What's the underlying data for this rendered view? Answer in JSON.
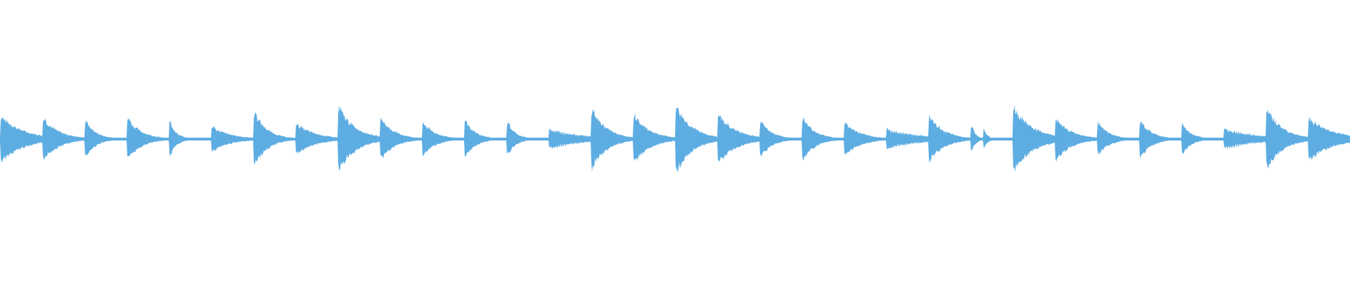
{
  "waveform": {
    "color": "#5dade2",
    "background": "#ffffff",
    "beats": [
      {
        "amp": 0.68,
        "decay": 0.42,
        "type": "drum"
      },
      {
        "amp": 0.62,
        "decay": 0.3,
        "type": "drum"
      },
      {
        "amp": 0.55,
        "decay": 0.2,
        "type": "tom"
      },
      {
        "amp": 0.62,
        "decay": 0.26,
        "type": "drum"
      },
      {
        "amp": 0.52,
        "decay": 0.15,
        "type": "hat"
      },
      {
        "amp": 0.36,
        "decay": 0.4,
        "type": "hat"
      },
      {
        "amp": 0.82,
        "decay": 0.24,
        "type": "drum"
      },
      {
        "amp": 0.45,
        "decay": 0.36,
        "type": "tom"
      },
      {
        "amp": 0.95,
        "decay": 0.32,
        "type": "drum"
      },
      {
        "amp": 0.62,
        "decay": 0.26,
        "type": "drum"
      },
      {
        "amp": 0.5,
        "decay": 0.24,
        "type": "tom"
      },
      {
        "amp": 0.55,
        "decay": 0.2,
        "type": "drum"
      },
      {
        "amp": 0.5,
        "decay": 0.18,
        "type": "hat"
      },
      {
        "amp": 0.32,
        "decay": 0.55,
        "type": "roll"
      },
      {
        "amp": 0.9,
        "decay": 0.28,
        "type": "drum"
      },
      {
        "amp": 0.72,
        "decay": 0.3,
        "type": "drum"
      },
      {
        "amp": 1.0,
        "decay": 0.3,
        "type": "drum"
      },
      {
        "amp": 0.72,
        "decay": 0.34,
        "type": "drum"
      },
      {
        "amp": 0.55,
        "decay": 0.22,
        "type": "tom"
      },
      {
        "amp": 0.62,
        "decay": 0.24,
        "type": "drum"
      },
      {
        "amp": 0.48,
        "decay": 0.3,
        "type": "tom"
      },
      {
        "amp": 0.32,
        "decay": 0.55,
        "type": "roll"
      },
      {
        "amp": 0.68,
        "decay": 0.28,
        "type": "drum"
      },
      {
        "amp": 0.42,
        "decay": 0.15,
        "type": "double"
      },
      {
        "amp": 0.95,
        "decay": 0.36,
        "type": "drum"
      },
      {
        "amp": 0.62,
        "decay": 0.3,
        "type": "drum"
      },
      {
        "amp": 0.48,
        "decay": 0.22,
        "type": "tom"
      },
      {
        "amp": 0.55,
        "decay": 0.22,
        "type": "drum"
      },
      {
        "amp": 0.45,
        "decay": 0.2,
        "type": "hat"
      },
      {
        "amp": 0.32,
        "decay": 0.5,
        "type": "roll"
      },
      {
        "amp": 0.9,
        "decay": 0.3,
        "type": "drum"
      },
      {
        "amp": 0.62,
        "decay": 0.45,
        "type": "drum"
      }
    ]
  }
}
